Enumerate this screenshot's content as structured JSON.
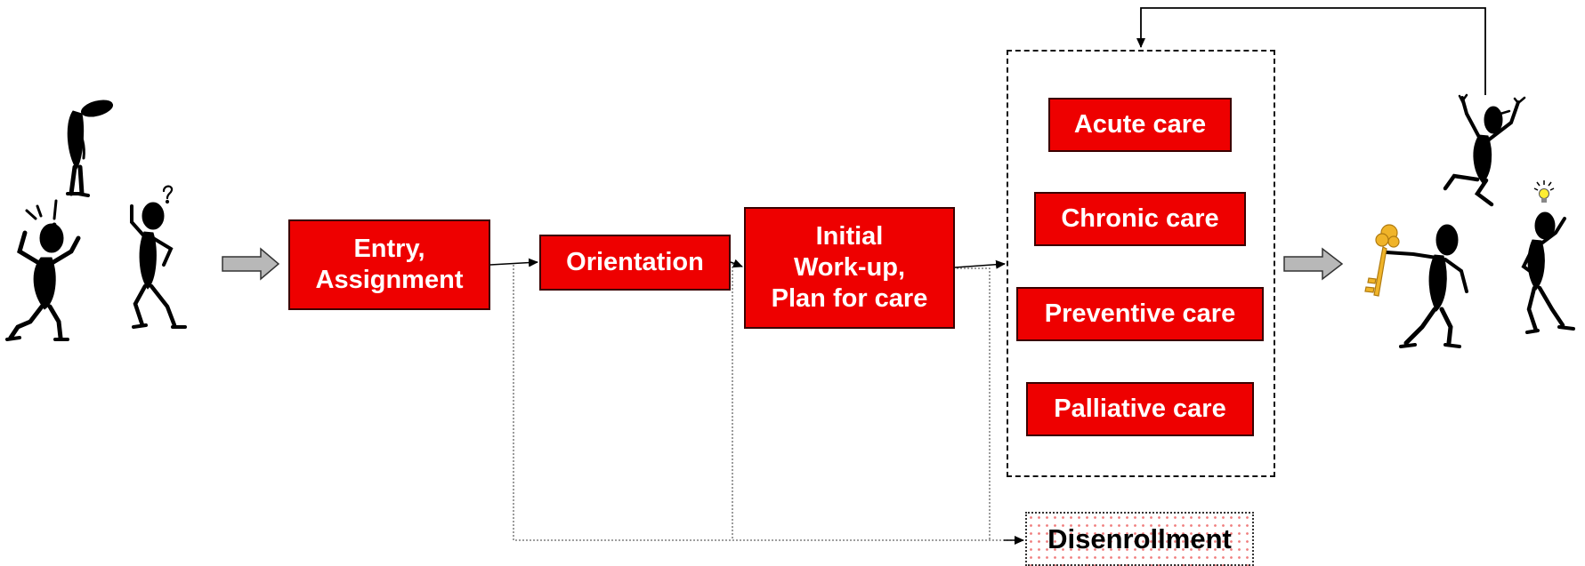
{
  "process": {
    "entry_label": "Entry,\nAssignment",
    "orientation_label": "Orientation",
    "workup_label": "Initial\nWork-up,\nPlan for care"
  },
  "care_types": [
    {
      "label": "Acute care"
    },
    {
      "label": "Chronic care"
    },
    {
      "label": "Preventive care"
    },
    {
      "label": "Palliative care"
    }
  ],
  "disenrollment_label": "Disenrollment",
  "colors": {
    "box_fill": "#ee0000",
    "box_text": "#ffffff",
    "arrow_gray": "#b8b8b8",
    "figure_black": "#000000",
    "key_gold": "#f0b429"
  },
  "icons": {
    "left_group": [
      "sad-person-icon",
      "distressed-person-icon",
      "confused-person-icon"
    ],
    "right_group": [
      "jumping-person-icon",
      "person-with-key-icon",
      "idea-person-icon"
    ]
  }
}
